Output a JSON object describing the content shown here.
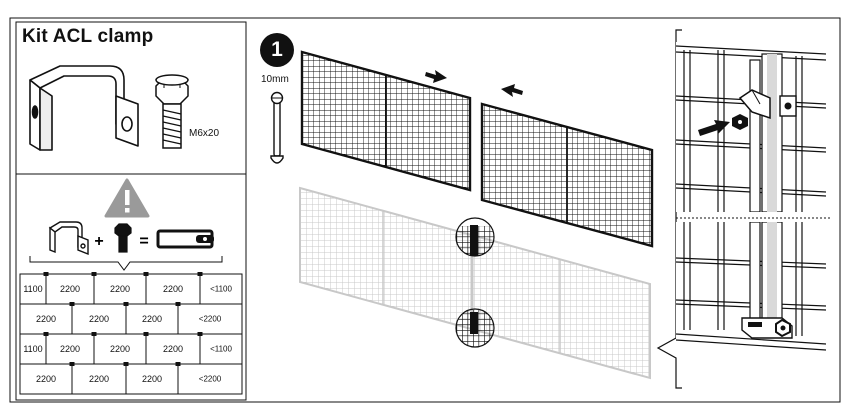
{
  "kit": {
    "title": "Kit ACL clamp",
    "bolt_label": "M6x20"
  },
  "step": {
    "number": "1",
    "tool_label": "10mm"
  },
  "layout_rows": [
    [
      "1100",
      "2200",
      "2200",
      "2200",
      "<1100"
    ],
    [
      "2200",
      "2200",
      "2200",
      "<2200"
    ],
    [
      "1100",
      "2200",
      "2200",
      "2200",
      "<1100"
    ],
    [
      "2200",
      "2200",
      "2200",
      "<2200"
    ]
  ],
  "icons": {
    "warning": "warning-triangle-icon",
    "wrench": "wrench-icon",
    "arrow_right": "arrow-right-icon",
    "arrow_left": "arrow-left-icon"
  },
  "colors": {
    "line": "#111111",
    "ghost_mesh": "#c8c8c8",
    "warning_grey": "#9a9a9a",
    "post_grey": "#d9d9d9"
  }
}
